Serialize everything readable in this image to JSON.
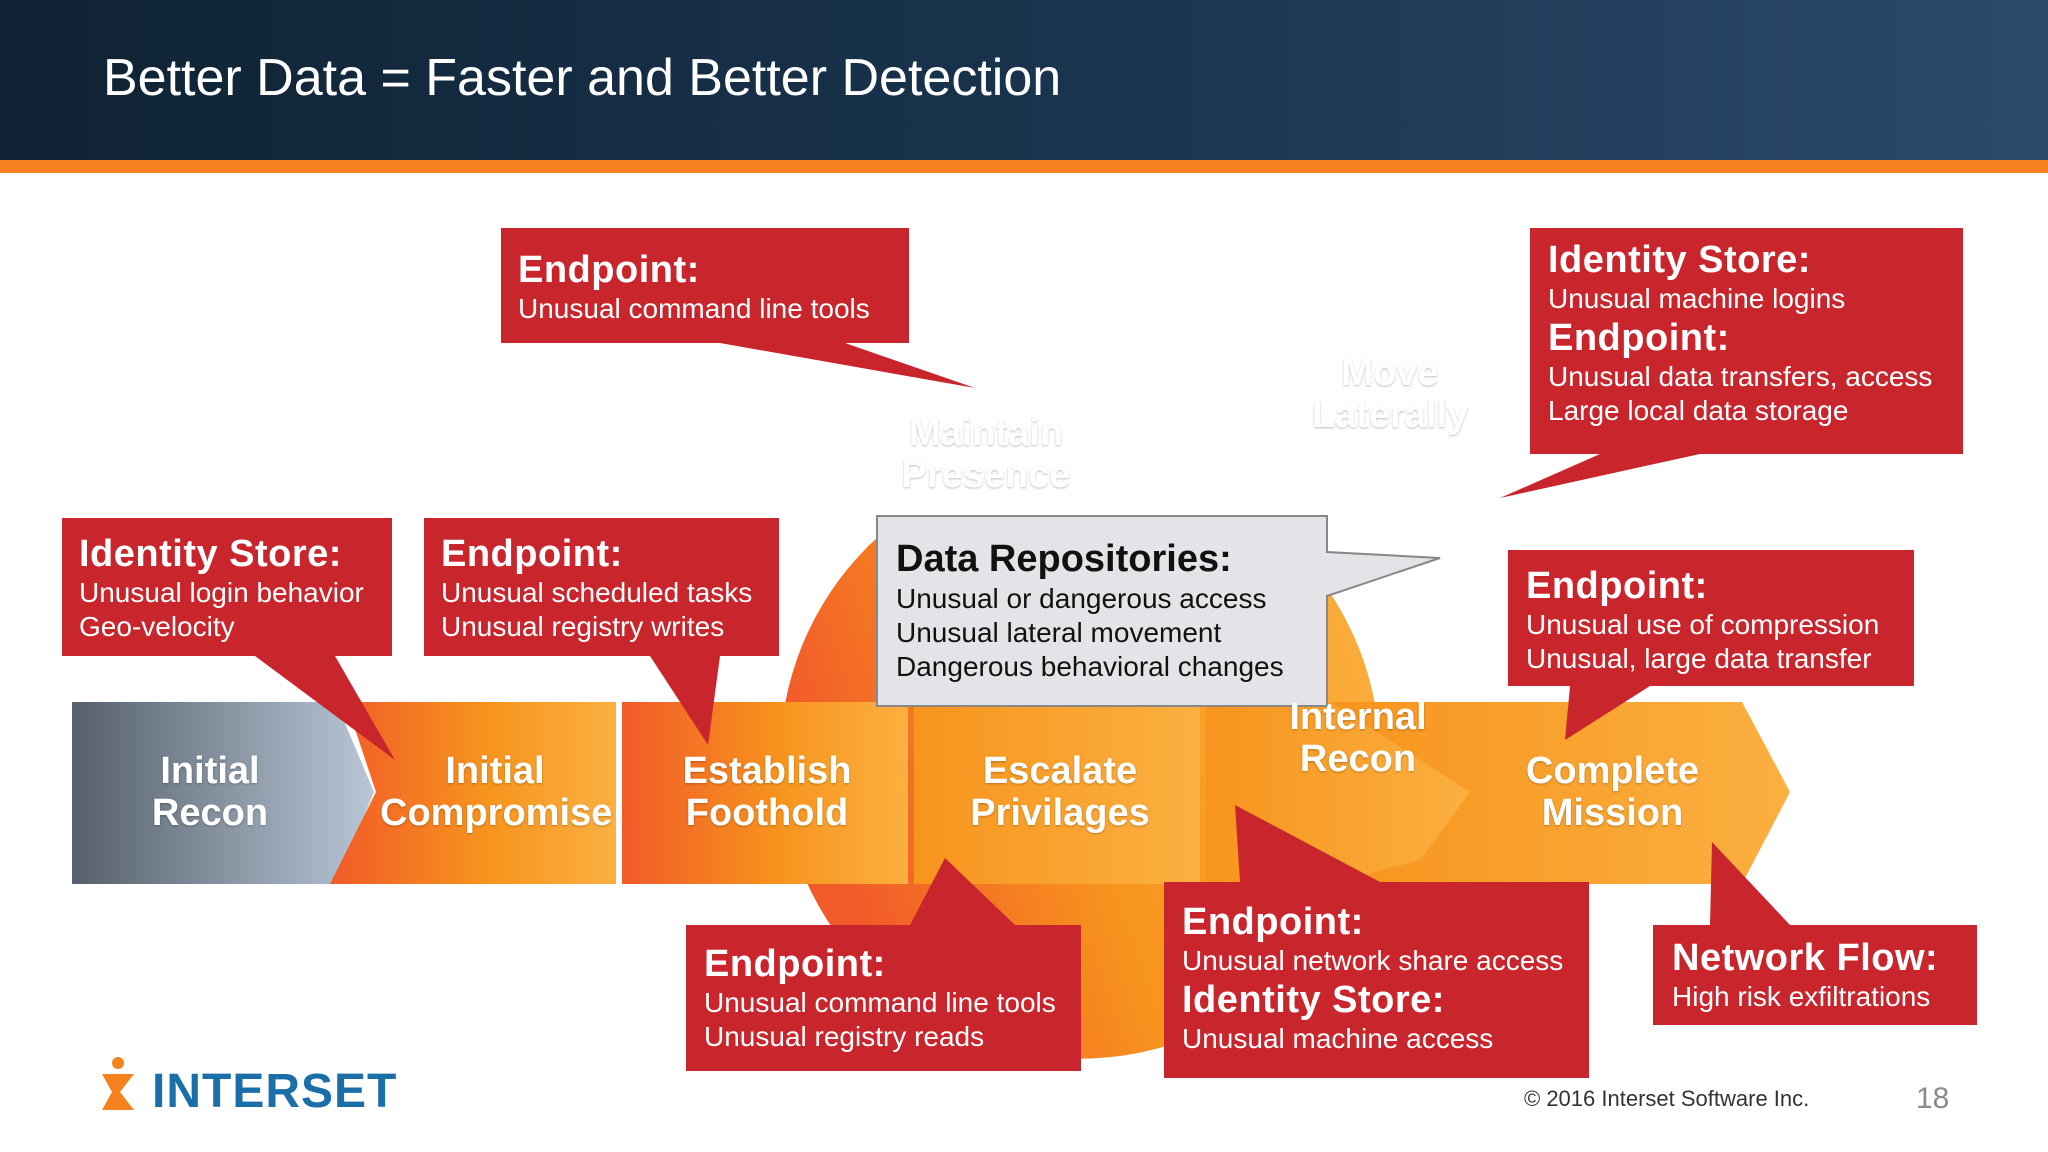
{
  "title": "Better Data = Faster and Better Detection",
  "colors": {
    "callout_red": "#c8252c",
    "orange_dark": "#f15a29",
    "orange_light": "#fbb040",
    "header_navy": "#13283c",
    "accent_orange": "#f5821f"
  },
  "stages": {
    "initial_recon": [
      "Initial",
      "Recon"
    ],
    "initial_compromise": [
      "Initial",
      "Compromise"
    ],
    "establish_foothold": [
      "Establish",
      "Foothold"
    ],
    "escalate_privilages": [
      "Escalate",
      "Privilages"
    ],
    "internal_recon": [
      "Internal",
      "Recon"
    ],
    "complete_mission": [
      "Complete",
      "Mission"
    ],
    "maintain_presence": [
      "Maintain",
      "Presence"
    ],
    "move_laterally": [
      "Move",
      "Laterally"
    ]
  },
  "callouts": {
    "top_left": {
      "h1": "Endpoint:",
      "l1": "Unusual command line tools"
    },
    "top_right": {
      "h1": "Identity Store:",
      "l1": "Unusual machine logins",
      "h2": "Endpoint:",
      "l2": "Unusual data transfers, access",
      "l3": "Large local data storage"
    },
    "left_identity": {
      "h1": "Identity Store:",
      "l1": "Unusual login behavior",
      "l2": "Geo-velocity"
    },
    "left_endpoint": {
      "h1": "Endpoint:",
      "l1": "Unusual scheduled tasks",
      "l2": "Unusual registry writes"
    },
    "right_endpoint": {
      "h1": "Endpoint:",
      "l1": "Unusual use of compression",
      "l2": "Unusual, large data transfer"
    },
    "bottom_left": {
      "h1": "Endpoint:",
      "l1": "Unusual command line tools",
      "l2": "Unusual registry reads"
    },
    "bottom_mid": {
      "h1": "Endpoint:",
      "l1": "Unusual network share access",
      "h2": "Identity Store:",
      "l2": "Unusual machine access"
    },
    "bottom_right": {
      "h1": "Network Flow:",
      "l1": "High risk  exfiltrations"
    }
  },
  "repositories": {
    "h1": "Data Repositories:",
    "l1": "Unusual  or dangerous access",
    "l2": "Unusual lateral movement",
    "l3": "Dangerous behavioral changes"
  },
  "footer": {
    "logo": "INTERSET",
    "copyright": "© 2016  Interset  Software  Inc.",
    "page": "18"
  }
}
